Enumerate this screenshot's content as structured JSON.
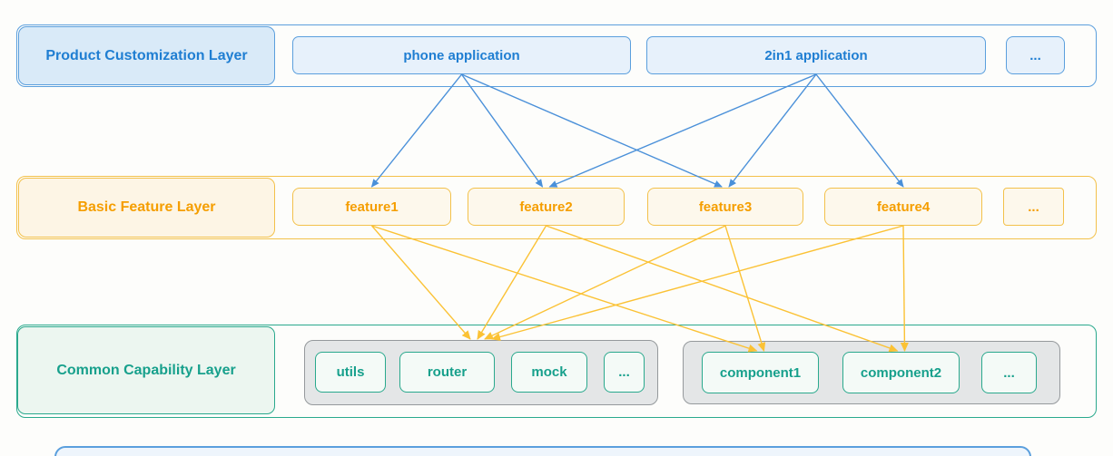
{
  "diagram_title": "layered application architecture",
  "layers": {
    "product": {
      "label": "Product Customization Layer"
    },
    "feature": {
      "label": "Basic Feature Layer"
    },
    "capability": {
      "label": "Common Capability Layer"
    }
  },
  "nodes": {
    "phone": "phone application",
    "twoin1": "2in1 application",
    "productDots": "...",
    "feature1": "feature1",
    "feature2": "feature2",
    "feature3": "feature3",
    "feature4": "feature4",
    "featureDots": "...",
    "utils": "utils",
    "router": "router",
    "mock": "mock",
    "group1Dots": "...",
    "component1": "component1",
    "component2": "component2",
    "group2Dots": "..."
  },
  "edges": [
    {
      "from": "phone",
      "to": "feature1",
      "color": "blue"
    },
    {
      "from": "phone",
      "to": "feature2",
      "color": "blue"
    },
    {
      "from": "phone",
      "to": "feature3",
      "color": "blue"
    },
    {
      "from": "twoin1",
      "to": "feature2",
      "color": "blue"
    },
    {
      "from": "twoin1",
      "to": "feature3",
      "color": "blue"
    },
    {
      "from": "twoin1",
      "to": "feature4",
      "color": "blue"
    },
    {
      "from": "feature1",
      "to": "group1",
      "color": "yellow"
    },
    {
      "from": "feature2",
      "to": "group1",
      "color": "yellow"
    },
    {
      "from": "feature3",
      "to": "group1",
      "color": "yellow"
    },
    {
      "from": "feature4",
      "to": "group1",
      "color": "yellow"
    },
    {
      "from": "feature1",
      "to": "component1",
      "color": "yellow"
    },
    {
      "from": "feature3",
      "to": "component1",
      "color": "yellow"
    },
    {
      "from": "feature2",
      "to": "component2",
      "color": "yellow"
    },
    {
      "from": "feature4",
      "to": "component2",
      "color": "yellow"
    }
  ],
  "colors": {
    "arrow_blue": "#4a90d9",
    "arrow_yellow": "#fbc235",
    "blue_text": "#1f7ed2",
    "orange_text": "#f59e00",
    "teal_text": "#17a08c"
  }
}
